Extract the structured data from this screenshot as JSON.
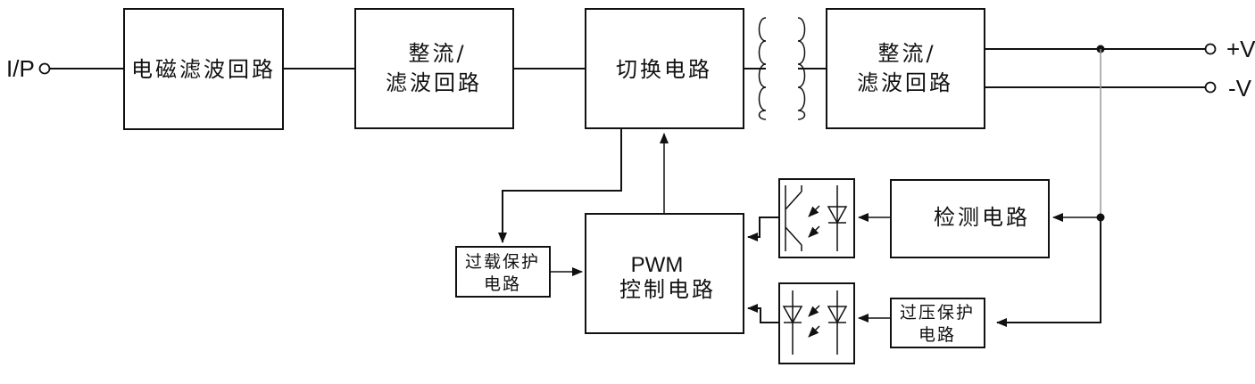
{
  "input": {
    "label": "I/P"
  },
  "outputs": {
    "positive": "+V",
    "negative": "-V"
  },
  "blocks": {
    "emi_filter": "电磁滤波回路",
    "rectifier1_line1": "整流/",
    "rectifier1_line2": "滤波回路",
    "switching": "切换电路",
    "rectifier2_line1": "整流/",
    "rectifier2_line2": "滤波回路",
    "detection": "检测电路",
    "overload_line1": "过载保护",
    "overload_line2": "电路",
    "pwm_line1": "PWM",
    "pwm_line2": "控制电路",
    "overvoltage_line1": "过压保护",
    "overvoltage_line2": "电路"
  },
  "icons": [
    "transformer-icon",
    "optocoupler-icon",
    "arrow-icon",
    "terminal-icon"
  ]
}
